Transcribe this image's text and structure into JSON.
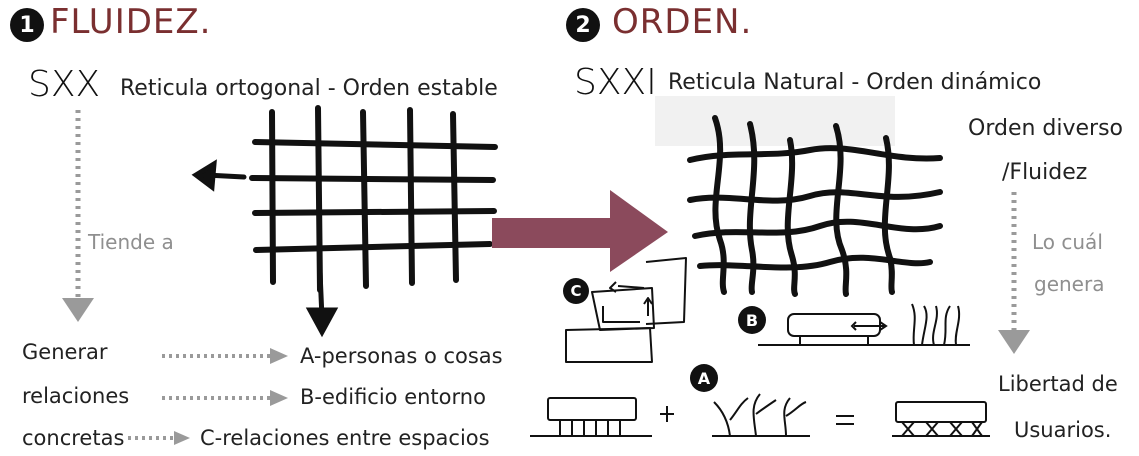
{
  "section1": {
    "number": "1",
    "title": "FLUIDEZ."
  },
  "section2": {
    "number": "2",
    "title": "ORDEN."
  },
  "left": {
    "era": "SXX",
    "description": "Reticula ortogonal - Orden estable",
    "tends": "Tiende a",
    "lines": [
      "Generar",
      "relaciones",
      "concretas"
    ],
    "targets": [
      "A-personas o cosas",
      "B-edificio entorno",
      "C-relaciones entre espacios"
    ]
  },
  "right": {
    "era": "SXXI",
    "description": "Reticula Natural - Orden dinámico",
    "order": "Orden diverso",
    "fluid": "/Fluidez",
    "which": "Lo cuál",
    "generates": "genera",
    "freedom": "Libertad de",
    "users": "Usuarios."
  },
  "sketch_labels": {
    "a": "A",
    "b": "B",
    "c": "C"
  },
  "colors": {
    "title": "#7a2f30",
    "big_arrow": "#8b4a5c",
    "grey": "#9a9a9a",
    "ink": "#111111"
  }
}
